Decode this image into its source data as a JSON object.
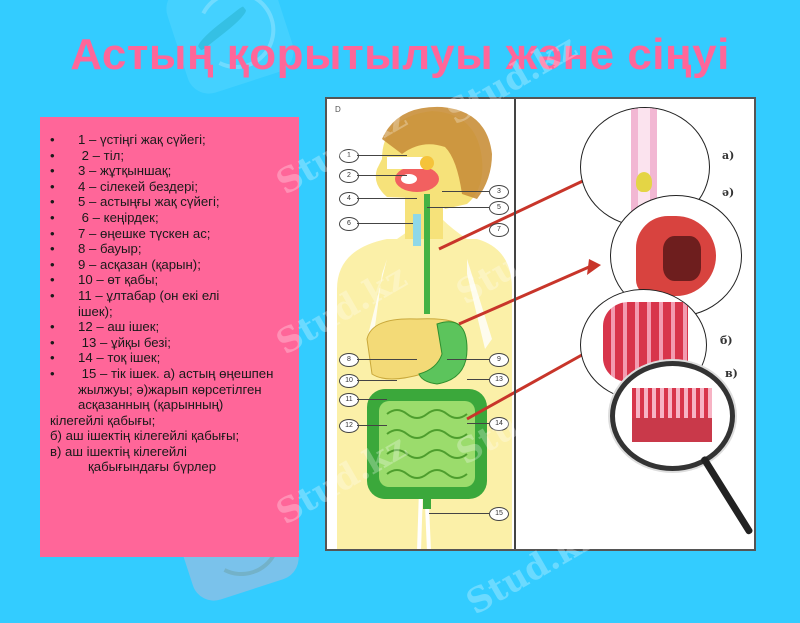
{
  "slide": {
    "title": "Астың қорытылуы және сіңуі",
    "colors": {
      "background": "#33CCFF",
      "title": "#FF6699",
      "panel": "#FF6699",
      "text": "#1a1a1a"
    },
    "watermark_text": "Stud.kz"
  },
  "legend": {
    "items": [
      {
        "bullet": "•",
        "text": "1 – үстіңгі жақ сүйегі;"
      },
      {
        "bullet": "•",
        "text": " 2 – тіл;"
      },
      {
        "bullet": "•",
        "text": "3 – жұтқыншақ;"
      },
      {
        "bullet": "•",
        "text": "4 – сілекей бездері;"
      },
      {
        "bullet": "•",
        "text": "5 – астыңғы жақ сүйегі;"
      },
      {
        "bullet": "•",
        "text": " 6 – кеңірдек;"
      },
      {
        "bullet": "•",
        "text": "7 – өңешке түскен ас;"
      },
      {
        "bullet": "•",
        "text": "8 – бауыр;"
      },
      {
        "bullet": "•",
        "text": "9 – асқазан (қарын);"
      },
      {
        "bullet": "•",
        "text": "10 – өт қабы;"
      },
      {
        "bullet": "•",
        "text": "11 – ұлтабар (он екі елі ішек);"
      },
      {
        "bullet": "•",
        "text": "12 – аш ішек;"
      },
      {
        "bullet": "•",
        "text": " 13 – ұйқы безі;"
      },
      {
        "bullet": "•",
        "text": "14 – тоқ ішек;"
      },
      {
        "bullet": "•",
        "text": " 15 – тік ішек. а) астың өңешпен жылжуы; ә)жарып көрсетілген асқазанның (қарынның)"
      }
    ],
    "tail": [
      "кілегейлі қабығы;",
      "б) аш ішектің кілегейлі қабығы;",
      "в) аш ішектің кілегейлі"
    ],
    "tail_indent": "қабығындағы бүрлер"
  },
  "diagram": {
    "corner_mark": "D",
    "callouts_left": [
      "1",
      "2",
      "4",
      "6",
      "8",
      "10",
      "11",
      "12"
    ],
    "callouts_right": [
      "3",
      "5",
      "7",
      "9",
      "13",
      "14",
      "15"
    ],
    "detail_labels": [
      "а)",
      "ә)",
      "б)",
      "в)"
    ]
  }
}
